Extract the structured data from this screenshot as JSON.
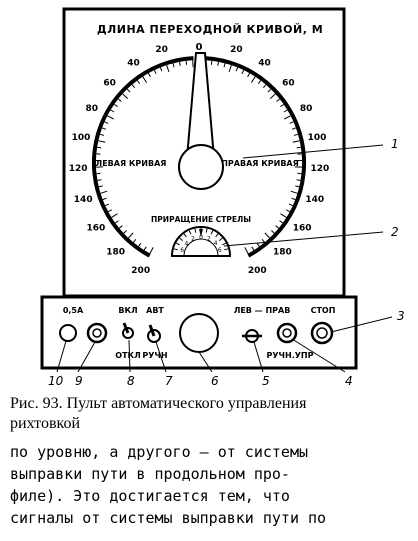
{
  "panel": {
    "scale_title": "ДЛИНА ПЕРЕХОДНОЙ КРИВОЙ, М",
    "zero_label": "0",
    "left_ticks": [
      "20",
      "40",
      "60",
      "80",
      "100",
      "120",
      "140",
      "160",
      "180",
      "200"
    ],
    "right_ticks": [
      "20",
      "40",
      "60",
      "80",
      "100",
      "120",
      "140",
      "160",
      "180",
      "200"
    ],
    "left_curve_label": "ЛЕВАЯ КРИВАЯ",
    "right_curve_label": "ПРАВАЯ КРИВАЯ",
    "increment_label": "ПРИРАЩЕНИЕ СТРЕЛЫ",
    "small_scale": [
      "6",
      "4",
      "2",
      "0",
      "2",
      "4",
      "6"
    ]
  },
  "controls": {
    "fuse": "0,5А",
    "on": "ВКЛ",
    "off": "ОТКЛ",
    "auto": "АВТ",
    "manual": "РУЧН",
    "left_right": "ЛЕВ — ПРАВ",
    "manual_control": "РУЧН.УПР",
    "stop": "СТОП"
  },
  "callouts": [
    "1",
    "2",
    "3",
    "4",
    "5",
    "6",
    "7",
    "8",
    "9",
    "10"
  ],
  "caption": {
    "line1": "Рис. 93. Пульт автоматического управления",
    "line2": "рихтовкой"
  },
  "body_text": [
    "по уровню, а другого — от системы",
    "выправки пути в продольном про-",
    "филе). Это достигается тем, что",
    "сигналы от системы выправки пути по"
  ]
}
